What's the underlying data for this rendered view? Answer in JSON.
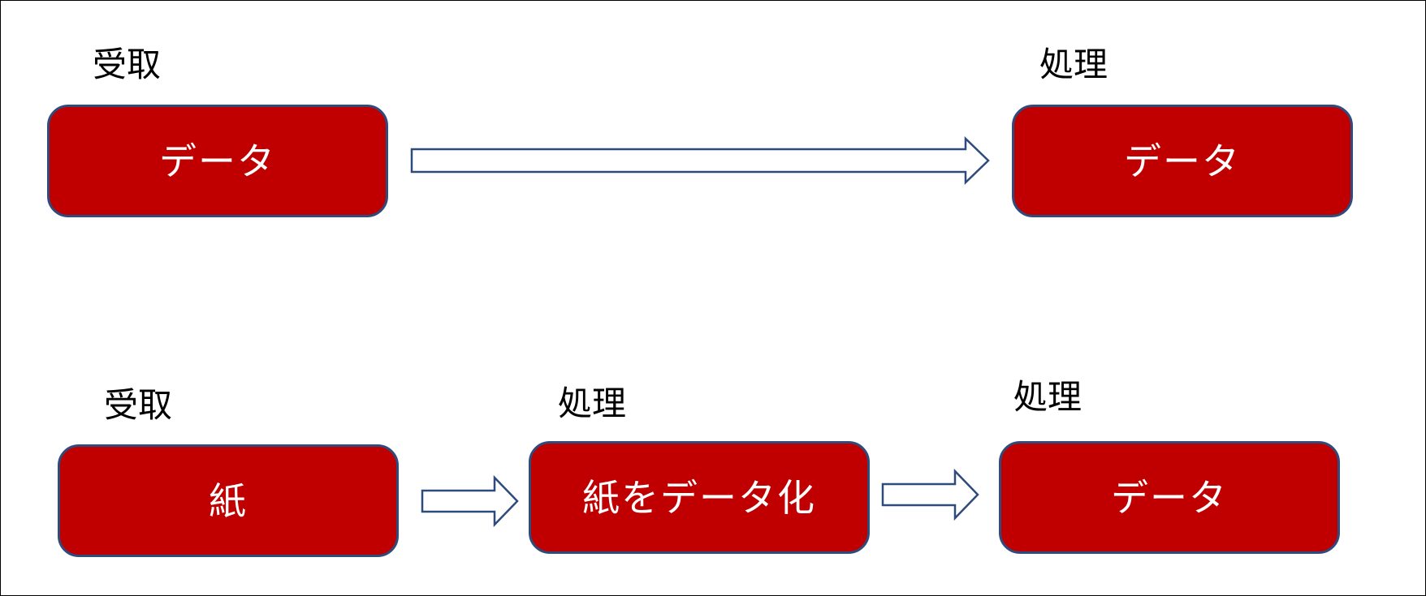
{
  "colors": {
    "box_fill": "#c00000",
    "box_border": "#2f4b7c",
    "arrow_stroke": "#2f4b7c",
    "label_text": "#000000",
    "box_text": "#ffffff"
  },
  "flow_top": {
    "stage1_label": "受取",
    "stage1_box": "データ",
    "stage2_label": "処理",
    "stage2_box": "データ"
  },
  "flow_bottom": {
    "stage1_label": "受取",
    "stage1_box": "紙",
    "stage2_label": "処理",
    "stage2_box": "紙をデータ化",
    "stage3_label": "処理",
    "stage3_box": "データ"
  }
}
